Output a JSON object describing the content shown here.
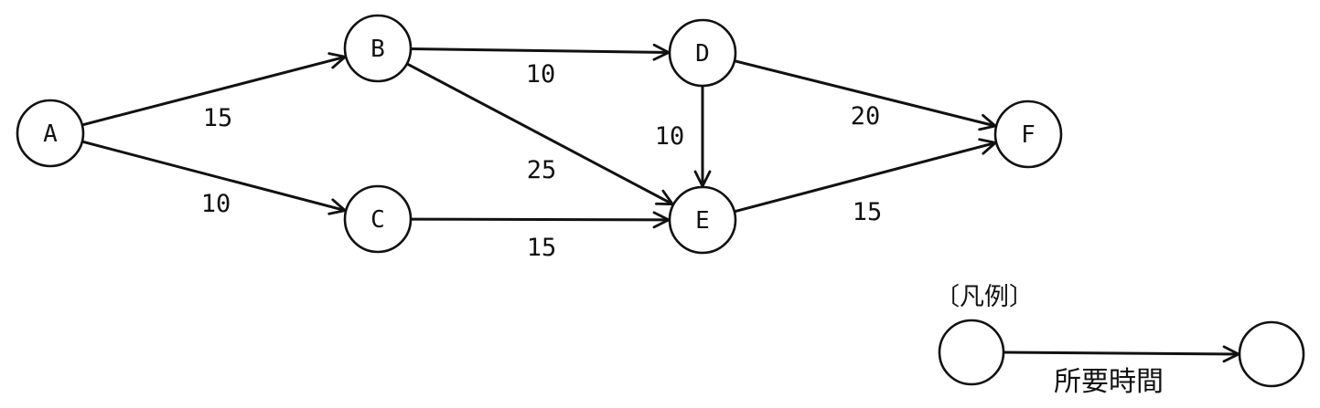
{
  "diagram": {
    "nodes": [
      {
        "id": "A",
        "label": "A"
      },
      {
        "id": "B",
        "label": "B"
      },
      {
        "id": "C",
        "label": "C"
      },
      {
        "id": "D",
        "label": "D"
      },
      {
        "id": "E",
        "label": "E"
      },
      {
        "id": "F",
        "label": "F"
      }
    ],
    "edges": [
      {
        "from": "A",
        "to": "B",
        "weight": "15"
      },
      {
        "from": "A",
        "to": "C",
        "weight": "10"
      },
      {
        "from": "B",
        "to": "D",
        "weight": "10"
      },
      {
        "from": "B",
        "to": "E",
        "weight": "25"
      },
      {
        "from": "C",
        "to": "E",
        "weight": "15"
      },
      {
        "from": "D",
        "to": "E",
        "weight": "10"
      },
      {
        "from": "D",
        "to": "F",
        "weight": "20"
      },
      {
        "from": "E",
        "to": "F",
        "weight": "15"
      }
    ]
  },
  "legend": {
    "title": "〔凡例〕",
    "edge_caption": "所要時間"
  },
  "colors": {
    "line": "#111111",
    "background": "#ffffff"
  }
}
